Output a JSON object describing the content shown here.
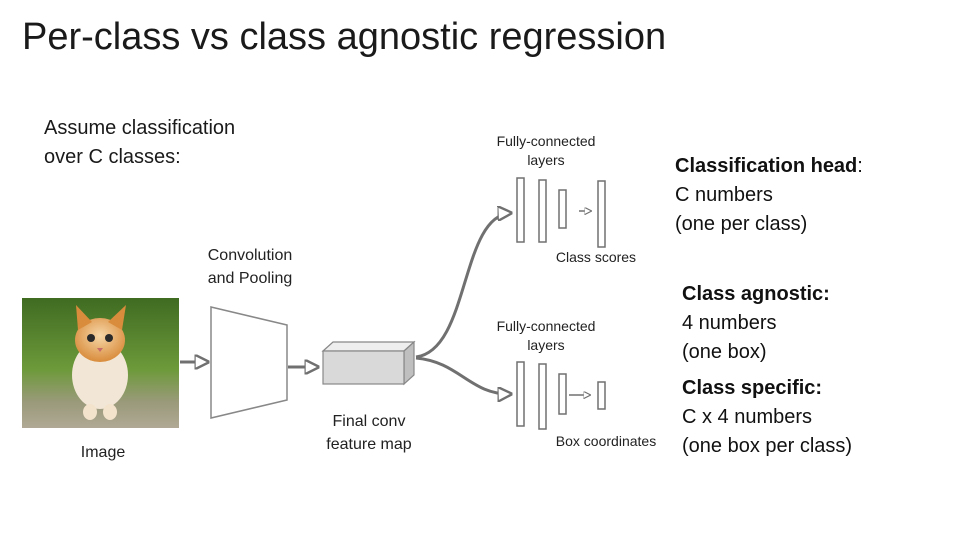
{
  "title": "Per-class vs class agnostic regression",
  "assume": {
    "line1": "Assume classification",
    "line2": "over C classes:"
  },
  "labels": {
    "image": "Image",
    "conv_line1": "Convolution",
    "conv_line2": "and Pooling",
    "feature_line1": "Final conv",
    "feature_line2": "feature map",
    "fc_top_line1": "Fully-connected",
    "fc_top_line2": "layers",
    "fc_bottom_line1": "Fully-connected",
    "fc_bottom_line2": "layers",
    "class_scores": "Class scores",
    "box_coordinates": "Box coordinates"
  },
  "classification_head": {
    "heading": "Classification head",
    "colon": ":",
    "line2": "C numbers",
    "line3": "(one per class)"
  },
  "class_agnostic": {
    "heading": "Class agnostic:",
    "line2": "4 numbers",
    "line3": "(one box)"
  },
  "class_specific": {
    "heading": "Class specific:",
    "line2": "C x 4 numbers",
    "line3": "(one box per class)"
  },
  "colors": {
    "arrow": "#707070",
    "box_fill": "#ffffff",
    "box_stroke": "#888888",
    "cube_fill": "#d9d9d9"
  }
}
